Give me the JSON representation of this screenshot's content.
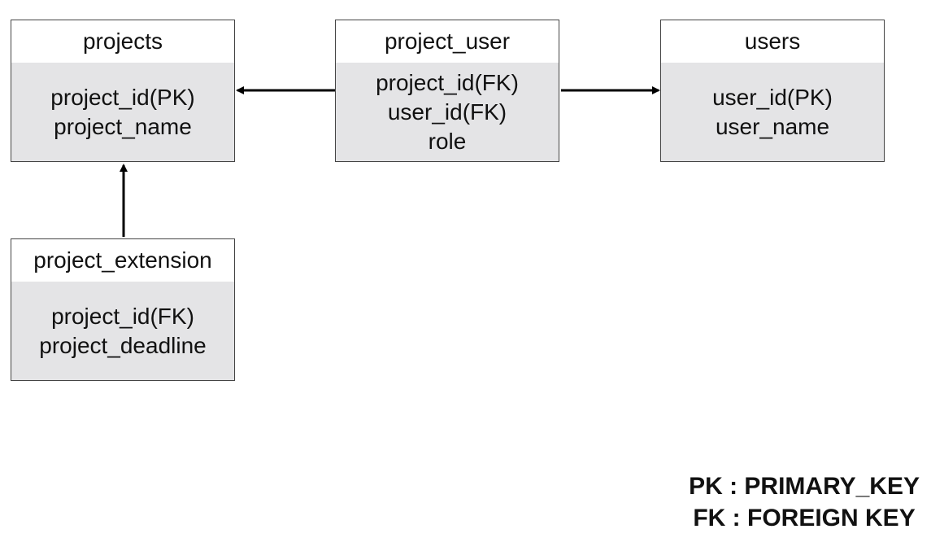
{
  "entities": {
    "projects": {
      "title": "projects",
      "fields": [
        "project_id(PK)",
        "project_name"
      ]
    },
    "project_user": {
      "title": "project_user",
      "fields": [
        "project_id(FK)",
        "user_id(FK)",
        "role"
      ]
    },
    "users": {
      "title": "users",
      "fields": [
        "user_id(PK)",
        "user_name"
      ]
    },
    "project_extension": {
      "title": "project_extension",
      "fields": [
        "project_id(FK)",
        "project_deadline"
      ]
    }
  },
  "relationships": [
    {
      "from": "project_user",
      "to": "projects"
    },
    {
      "from": "project_user",
      "to": "users"
    },
    {
      "from": "project_extension",
      "to": "projects"
    }
  ],
  "legend": {
    "pk": "PK : PRIMARY_KEY",
    "fk": "FK : FOREIGN KEY"
  },
  "colors": {
    "body_fill": "#e4e4e6",
    "border": "#444444",
    "arrow": "#000000"
  }
}
